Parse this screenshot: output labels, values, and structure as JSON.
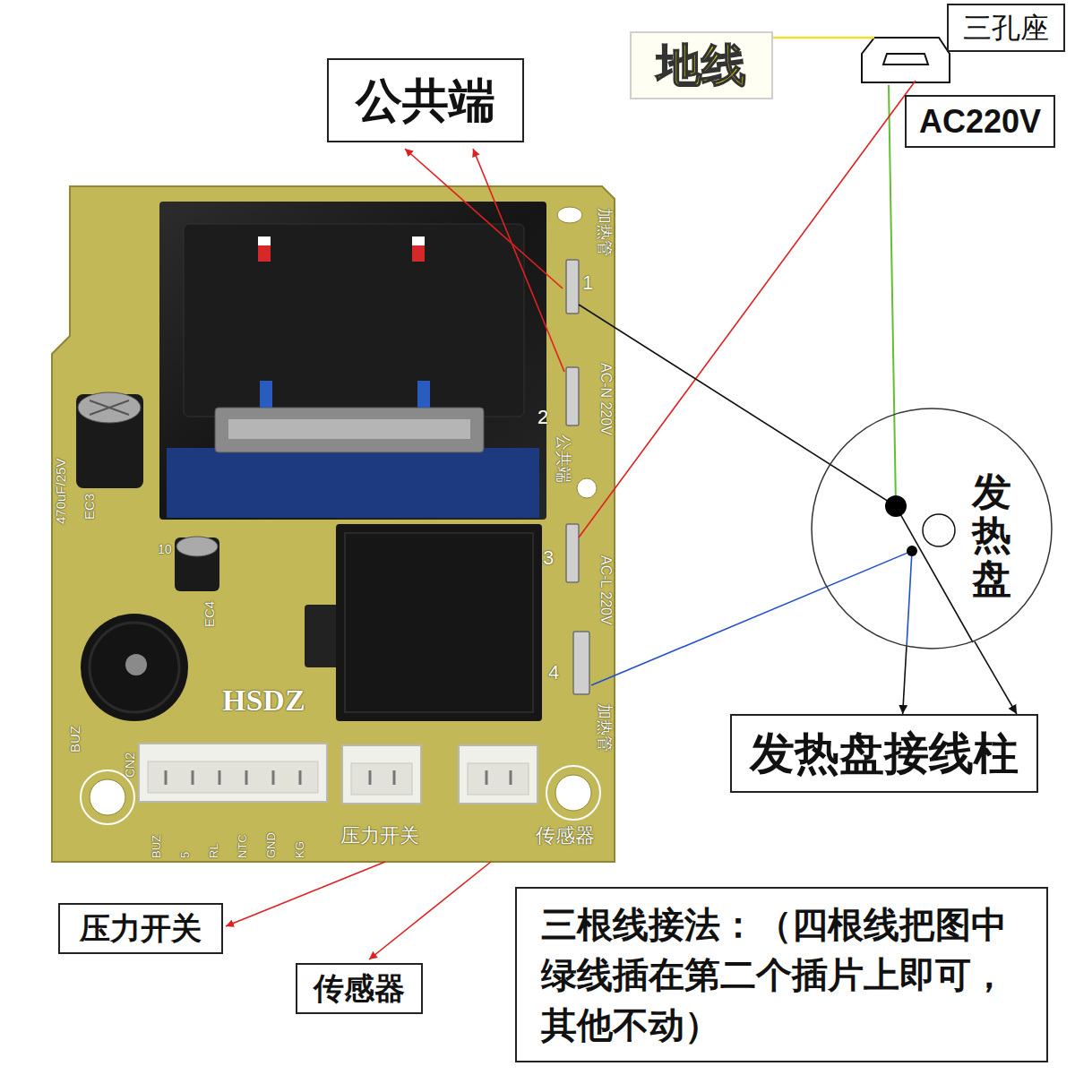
{
  "diagram": {
    "nodes": [
      {
        "text": [
          "公共端"
        ]
      },
      {
        "text": [
          "地线"
        ]
      },
      {
        "text": [
          "三孔座"
        ]
      },
      {
        "text": [
          "AC220V"
        ]
      },
      {
        "text": [
          "发热盘"
        ]
      },
      {
        "text": [
          "发热盘接线柱"
        ]
      },
      {
        "text": [
          "压力开关"
        ]
      },
      {
        "text": [
          "传感器"
        ]
      },
      {
        "text": [
          "三根线接法：（四根线把图中绿线插在第二个插片上即可，其他不动）"
        ]
      }
    ],
    "edges": [
      {
        "from": 4,
        "to": 5,
        "arrow": "to"
      },
      {
        "from": 4,
        "to": 5,
        "arrow": "to"
      }
    ],
    "labels": [
      "1",
      "公共端",
      "加热管",
      "2",
      "AC-N 220V",
      "3",
      "AC-L 220V",
      "4",
      "加热管",
      "470uF/25V",
      "EC3",
      "10",
      "EC4",
      "HSDZ",
      "BUZ",
      "CN2",
      "BUZ",
      "5",
      "RL",
      "NTC",
      "GND",
      "KG",
      "压力开关",
      "传感器"
    ]
  }
}
